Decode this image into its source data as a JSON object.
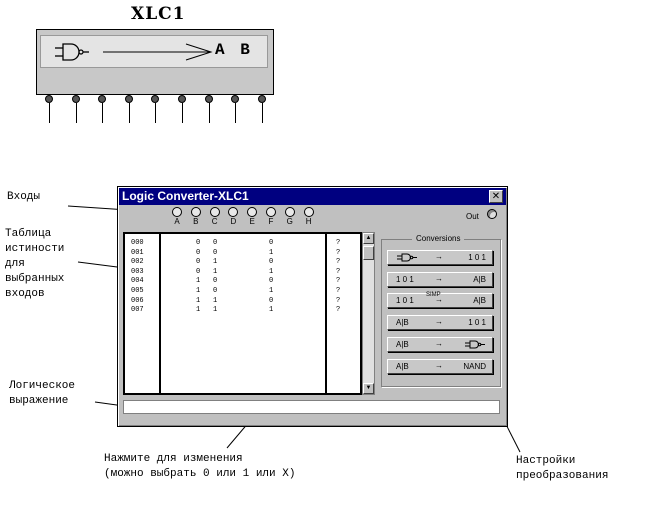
{
  "component": {
    "name": "XLC1",
    "output_text": "A B",
    "pin_count": 9
  },
  "window": {
    "title": "Logic Converter-XLC1",
    "close_label": "✕",
    "inputs": [
      "A",
      "B",
      "C",
      "D",
      "E",
      "F",
      "G",
      "H"
    ],
    "out_label": "Out",
    "conversions_label": "Conversions",
    "buttons": [
      {
        "left": "gate-icon",
        "arrow": "→",
        "right": "1 0 1",
        "name": "gate-to-truth-table"
      },
      {
        "left": "1 0 1",
        "arrow": "→",
        "right": "A|B",
        "name": "truth-table-to-expression"
      },
      {
        "left": "1 0 1",
        "arrow": "→",
        "right": "A|B",
        "top": "SIMP",
        "name": "truth-table-to-simplified"
      },
      {
        "left": "A|B",
        "arrow": "→",
        "right": "1 0 1",
        "name": "expression-to-truth-table"
      },
      {
        "left": "A|B",
        "arrow": "→",
        "right": "gate-icon",
        "name": "expression-to-circuit"
      },
      {
        "left": "A|B",
        "arrow": "→",
        "right": "NAND",
        "name": "expression-to-nand"
      }
    ],
    "truth_table": [
      {
        "idx": "000",
        "a": "0",
        "b": "0",
        "out_val": "0",
        "q": "?"
      },
      {
        "idx": "001",
        "a": "0",
        "b": "0",
        "out_val": "1",
        "q": "?"
      },
      {
        "idx": "002",
        "a": "0",
        "b": "1",
        "out_val": "0",
        "q": "?"
      },
      {
        "idx": "003",
        "a": "0",
        "b": "1",
        "out_val": "1",
        "q": "?"
      },
      {
        "idx": "004",
        "a": "1",
        "b": "0",
        "out_val": "0",
        "q": "?"
      },
      {
        "idx": "005",
        "a": "1",
        "b": "0",
        "out_val": "1",
        "q": "?"
      },
      {
        "idx": "006",
        "a": "1",
        "b": "1",
        "out_val": "0",
        "q": "?"
      },
      {
        "idx": "007",
        "a": "1",
        "b": "1",
        "out_val": "1",
        "q": "?"
      }
    ],
    "expression_value": "",
    "scroll_up": "▲",
    "scroll_down": "▼"
  },
  "annotations": {
    "inputs": "Входы",
    "truth_table": [
      "Таблица",
      "истиности",
      "для",
      "выбранных",
      "входов"
    ],
    "expression": [
      "Логическое",
      "выражение"
    ],
    "click_to_change": [
      "Нажмите для изменения",
      "(можно выбрать 0 или 1 или X)"
    ],
    "conversion_settings": [
      "Настройки",
      "преобразования"
    ]
  },
  "colors": {
    "titlebar": "#000080",
    "window_face": "#c0c0c0",
    "icon_body": "#c8c8c8"
  }
}
